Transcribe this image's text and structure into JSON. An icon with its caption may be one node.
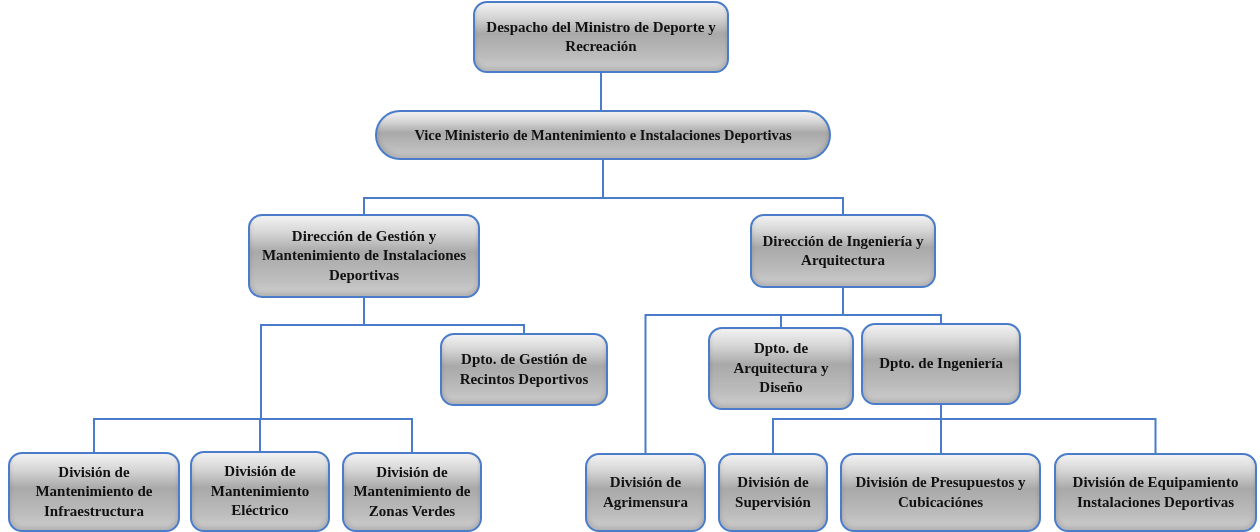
{
  "diagram": {
    "nodes": [
      {
        "text": [
          "Despacho del Ministro de Deporte y Recreación"
        ]
      },
      {
        "text": [
          "Vice Ministerio de Mantenimiento e Instalaciones Deportivas"
        ]
      },
      {
        "text": [
          "Dirección de Gestión y Mantenimiento de Instalaciones Deportivas"
        ]
      },
      {
        "text": [
          "Dirección de Ingeniería y Arquitectura"
        ]
      },
      {
        "text": [
          "Dpto. de Gestión de Recintos Deportivos"
        ]
      },
      {
        "text": [
          "Dpto. de Arquitectura y Diseño"
        ]
      },
      {
        "text": [
          "Dpto. de Ingeniería"
        ]
      },
      {
        "text": [
          "División de Mantenimiento de Infraestructura"
        ]
      },
      {
        "text": [
          "División de Mantenimiento Eléctrico"
        ]
      },
      {
        "text": [
          "División de Mantenimiento de Zonas Verdes"
        ]
      },
      {
        "text": [
          "División de Agrimensura"
        ]
      },
      {
        "text": [
          "División de Supervisión"
        ]
      },
      {
        "text": [
          "División de Presupuestos y Cubicaciónes"
        ]
      },
      {
        "text": [
          "División de Equipamiento Instalaciones Deportivas"
        ]
      }
    ],
    "edges": [
      {
        "from": 0,
        "to": 1,
        "arrow": "none"
      },
      {
        "from": 1,
        "to": 2,
        "arrow": "none"
      },
      {
        "from": 1,
        "to": 3,
        "arrow": "none"
      },
      {
        "from": 2,
        "to": 4,
        "arrow": "none"
      },
      {
        "from": 2,
        "to": 7,
        "arrow": "none"
      },
      {
        "from": 2,
        "to": 8,
        "arrow": "none"
      },
      {
        "from": 2,
        "to": 9,
        "arrow": "none"
      },
      {
        "from": 3,
        "to": 10,
        "arrow": "none"
      },
      {
        "from": 3,
        "to": 5,
        "arrow": "none"
      },
      {
        "from": 3,
        "to": 6,
        "arrow": "none"
      },
      {
        "from": 6,
        "to": 11,
        "arrow": "none"
      },
      {
        "from": 6,
        "to": 12,
        "arrow": "none"
      },
      {
        "from": 6,
        "to": 13,
        "arrow": "none"
      }
    ]
  }
}
